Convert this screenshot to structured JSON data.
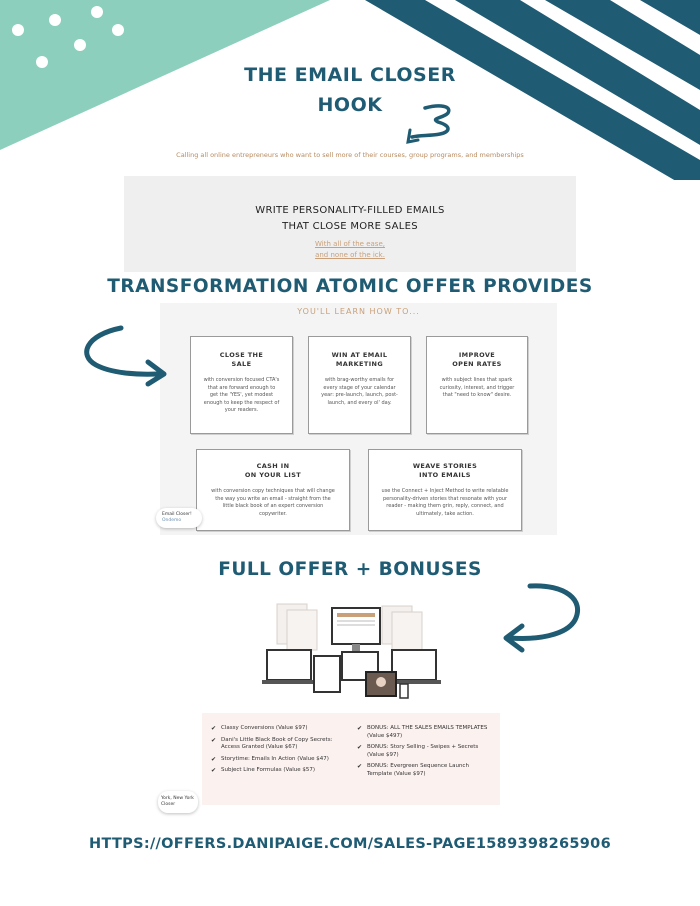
{
  "header": {
    "title_line1": "THE EMAIL CLOSER",
    "title_line2": "HOOK"
  },
  "hook": {
    "subtitle": "Calling all online entrepreneurs who want to sell more of their courses, group programs, and memberships"
  },
  "hero": {
    "headline_line1": "WRITE PERSONALITY-FILLED EMAILS",
    "headline_line2": "THAT CLOSE MORE SALES",
    "tagline_line1": "With all of the ease,",
    "tagline_line2": "and none of the ick."
  },
  "transformation": {
    "heading": "TRANSFORMATION ATOMIC OFFER PROVIDES",
    "learn_label": "YOU'LL LEARN HOW TO...",
    "cards": [
      {
        "title_line1": "CLOSE THE",
        "title_line2": "SALE",
        "body": "with conversion focused CTA's that are forward enough to get the 'YES', yet modest enough to keep the respect of your readers."
      },
      {
        "title_line1": "WIN AT EMAIL",
        "title_line2": "MARKETING",
        "body": "with brag-worthy emails for every stage of your calendar year: pre-launch, launch, post-launch, and every ol' day."
      },
      {
        "title_line1": "IMPROVE",
        "title_line2": "OPEN RATES",
        "body": "with subject lines that spark curiosity, interest, and trigger that \"need to know\" desire."
      },
      {
        "title_line1": "CASH IN",
        "title_line2": "ON YOUR LIST",
        "body": "with conversion copy techniques that will change the way you write an email - straight from the little black book of an expert conversion copywriter."
      },
      {
        "title_line1": "WEAVE STORIES",
        "title_line2": "INTO EMAILS",
        "body": "use the Connect + Inject Method to write relatable personality-driven stories that resonate with your reader - making them grin, reply, connect, and ultimately, take action."
      }
    ],
    "popup_line1": "Email Closer!",
    "popup_line2": "Ondemo"
  },
  "offer": {
    "heading": "FULL OFFER + BONUSES",
    "items_left": [
      "Classy Conversions (Value $97)",
      "Dani's Little Black Book of Copy Secrets: Access Granted (Value $67)",
      "Storytime: Emails In Action (Value $47)",
      "Subject Line Formulas (Value $57)"
    ],
    "items_right": [
      "BONUS: ALL THE SALES EMAILS TEMPLATES (Value $497)",
      "BONUS: Story Selling - Swipes + Secrets (Value $97)",
      "BONUS: Evergreen Sequence Launch Template (Value $97)"
    ],
    "popup_line1": "York, New York",
    "popup_line2": "Closer"
  },
  "footer": {
    "url": "HTTPS://OFFERS.DANIPAIGE.COM/SALES-PAGE1589398265906"
  },
  "colors": {
    "teal": "#1f5b73",
    "mint": "#8ccfbd",
    "tan": "#c9a07a",
    "pink_panel": "#fbf1ef"
  },
  "icons": [
    "arrow-curved-right-icon",
    "arrow-curved-left-icon",
    "squiggle-arrow-icon",
    "check-icon"
  ]
}
